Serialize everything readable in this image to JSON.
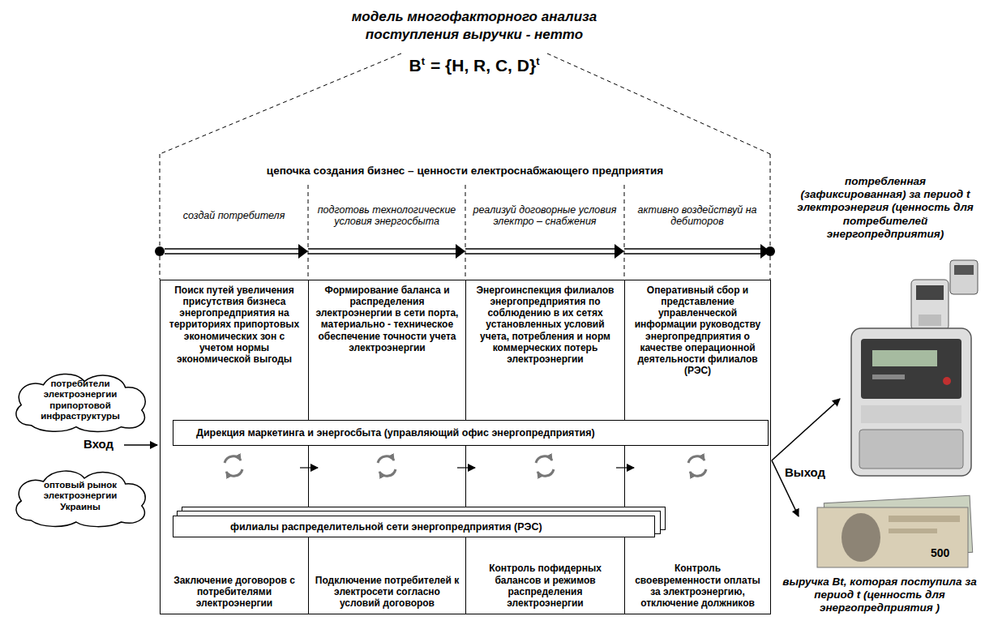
{
  "diagram": {
    "title": "модель многофакторного анализа поступления выручки - нетто",
    "nodes": [
      {
        "text": [
          "Поиск путей увеличения присутствия бизнеса энергопредприятия на территориях припортовых экономических зон с учетом нормы экономической выгоды",
          "Заключение договоров с потребителями электроэнергии"
        ]
      },
      {
        "text": [
          "Формирование баланса и распределения электроэнергии в сети порта, материально - техническое обеспечение точности учета электроэнергии",
          "Подключение потребителей к электросети согласно условий договоров"
        ]
      },
      {
        "text": [
          "Энергоинспекция филиалов энергопредприятия по соблюдению в их сетях установленных условий учета, потребления и норм коммерческих потерь электроэнергии",
          "Контроль пофидерных балансов и режимов распределения электроэнергии"
        ]
      },
      {
        "text": [
          "Оперативный сбор и представление управленческой информации руководству энергопредприятия о качестве операционной деятельности филиалов (РЭС)",
          "Контроль своевременности оплаты за электроэнергию, отключение должников"
        ]
      },
      {
        "text": [
          "Дирекция маркетинга и энергосбыта (управляющий офис энергопредприятия)"
        ]
      },
      {
        "text": [
          "филиалы распределительной сети энергопредприятия (РЭС)"
        ]
      },
      {
        "text": [
          "потребители электроэнергии припортовой инфраструктуры"
        ]
      },
      {
        "text": [
          "оптовый рынок электроэнергии Украины"
        ]
      }
    ],
    "labels": [
      "B",
      "t",
      "= {H, R, C, D}",
      "t",
      "цепочка создания бизнес – ценности електроснабжающего предприятия",
      "создай потребителя",
      "подготовь технологические условия энергосбыта",
      "реализуй договорные условия электро – снабжения",
      "активно воздействуй на дебиторов",
      "потребленная (зафиксированная) за период t электроэнергия (ценность для потребителей энергопредприятия)",
      "Вход",
      "Выход",
      "500",
      "выручка Bt, которая поступила за период t (ценность для энергопредприятия )"
    ]
  }
}
